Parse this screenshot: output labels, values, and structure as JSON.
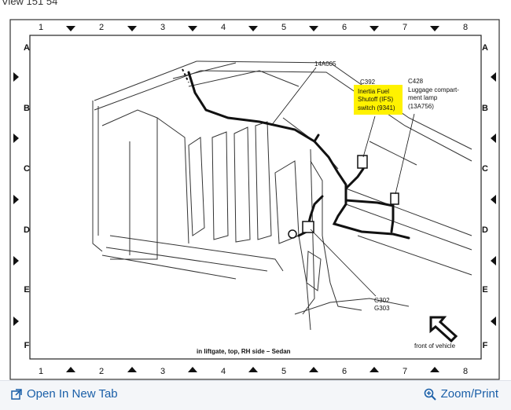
{
  "view_title": "View 151 54",
  "grid": {
    "columns": [
      "1",
      "2",
      "3",
      "4",
      "5",
      "6",
      "7",
      "8"
    ],
    "rows": [
      "A",
      "B",
      "C",
      "D",
      "E",
      "F"
    ]
  },
  "callouts": {
    "harness": "14A005",
    "c392": "C392",
    "ifs_line1": "Inertia Fuel",
    "ifs_line2": "Shutoff (IFS)",
    "ifs_line3": "switch (9341)",
    "c428": "C428",
    "lamp_line1": "Luggage compart-",
    "lamp_line2": "ment lamp",
    "lamp_line3": "(13A756)",
    "g302": "G302",
    "g303": "G303",
    "front": "front of vehicle"
  },
  "caption": "in liftgate, top, RH side – Sedan",
  "highlight_color": "#fff200",
  "footer": {
    "open_tab": "Open In New Tab",
    "zoom": "Zoom/Print"
  },
  "icons": [
    "open-in-new-tab-icon",
    "zoom-icon",
    "front-arrow-icon"
  ]
}
